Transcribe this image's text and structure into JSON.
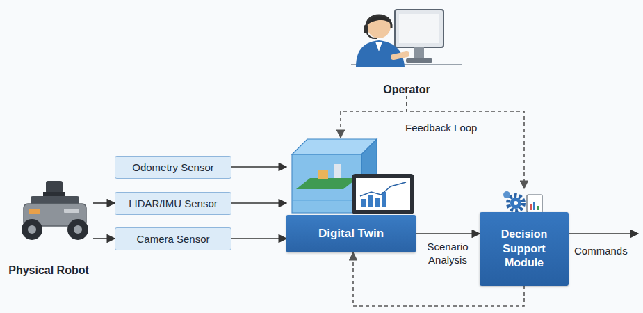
{
  "diagram": {
    "nodes": [
      {
        "text": [
          "Operator"
        ]
      },
      {
        "text": [
          "Physical Robot"
        ]
      },
      {
        "text": [
          "Odometry Sensor"
        ]
      },
      {
        "text": [
          "LIDAR/IMU Sensor"
        ]
      },
      {
        "text": [
          "Camera Sensor"
        ]
      },
      {
        "text": [
          "Digital Twin"
        ]
      },
      {
        "text": [
          "Decision Support Module"
        ]
      }
    ],
    "edges": [
      {
        "from": 0,
        "to": 5,
        "arrow": "to"
      },
      {
        "from": 0,
        "to": 6,
        "arrow": "to"
      },
      {
        "from": 1,
        "to": 3,
        "arrow": "to"
      },
      {
        "from": 1,
        "to": 4,
        "arrow": "to"
      },
      {
        "from": 2,
        "to": 5,
        "arrow": "to"
      },
      {
        "from": 3,
        "to": 5,
        "arrow": "to"
      },
      {
        "from": 4,
        "to": 5,
        "arrow": "to"
      },
      {
        "from": 5,
        "to": 6,
        "label": "Scenario Analysis",
        "arrow": "to"
      },
      {
        "from": 6,
        "to": 5,
        "arrow": "to"
      }
    ],
    "labels": [
      "Feedback Loop",
      "Commands"
    ]
  }
}
